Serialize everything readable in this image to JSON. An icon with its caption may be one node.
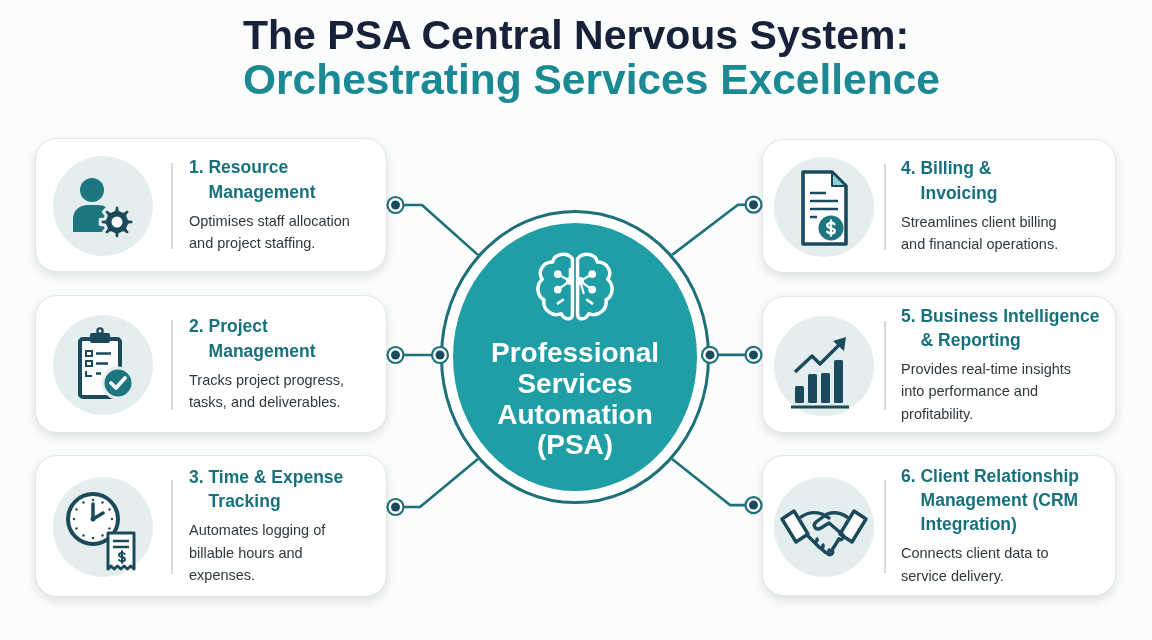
{
  "diagram": {
    "title": "The PSA Central Nervous System:",
    "nodes": [
      {
        "text": [
          "Professional Services Automation (PSA)"
        ]
      },
      {
        "text": [
          "1. Resource Management",
          "Optimises staff allocation and project staffing."
        ]
      },
      {
        "text": [
          "2. Project Management",
          "Tracks project progress, tasks, and deliverables."
        ]
      },
      {
        "text": [
          "3. Time & Expense Tracking",
          "Automates logging of billable hours and expenses."
        ]
      },
      {
        "text": [
          "4. Billing & Invoicing",
          "Streamlines client billing and financial operations."
        ]
      },
      {
        "text": [
          "5. Business Intelligence & Reporting",
          "Provides real-time insights into performance and profitability."
        ]
      },
      {
        "text": [
          "6. Client Relationship Management (CRM Integration)",
          "Connects client data to service delivery."
        ]
      }
    ],
    "edges": [
      {
        "from": 1,
        "to": 0,
        "arrow": "other"
      },
      {
        "from": 2,
        "to": 0,
        "arrow": "other"
      },
      {
        "from": 3,
        "to": 0,
        "arrow": "other"
      },
      {
        "from": 4,
        "to": 0,
        "arrow": "other"
      },
      {
        "from": 5,
        "to": 0,
        "arrow": "other"
      },
      {
        "from": 6,
        "to": 0,
        "arrow": "other"
      }
    ],
    "labels": [
      "Orchestrating Services Excellence"
    ]
  }
}
